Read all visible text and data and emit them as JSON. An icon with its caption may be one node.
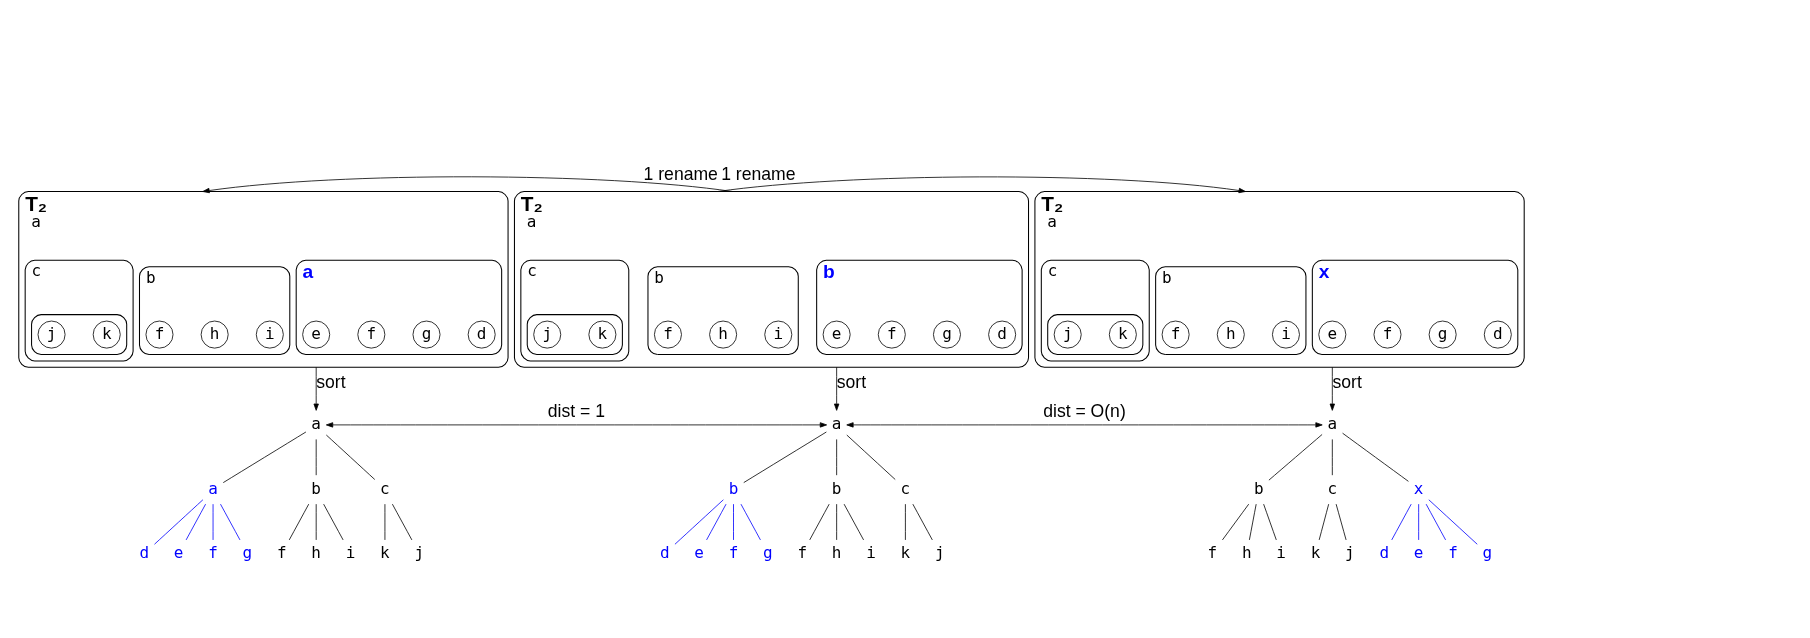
{
  "diagram": {
    "nodes": [
      {
        "text": [
          "T₂",
          "a"
        ]
      },
      {
        "text": [
          "a"
        ],
        "in": 0
      },
      {
        "text": [
          "e"
        ],
        "in": 1
      },
      {
        "text": [
          "f"
        ],
        "in": 1
      },
      {
        "text": [
          "g"
        ],
        "in": 1
      },
      {
        "text": [
          "d"
        ],
        "in": 1
      },
      {
        "text": [
          "b"
        ],
        "in": 0
      },
      {
        "text": [
          "f"
        ],
        "in": 6
      },
      {
        "text": [
          "h"
        ],
        "in": 6
      },
      {
        "text": [
          "i"
        ],
        "in": 6
      },
      {
        "text": [
          "c"
        ],
        "in": 0
      },
      {
        "text": [],
        "shape": "ellipse",
        "in": 10
      },
      {
        "text": [
          "j"
        ],
        "in": 11
      },
      {
        "text": [
          "k"
        ],
        "in": 11
      },
      {
        "text": [
          "T₂",
          "a"
        ]
      },
      {
        "text": [
          "b"
        ],
        "in": 14
      },
      {
        "text": [
          "e"
        ],
        "in": 15
      },
      {
        "text": [
          "f"
        ],
        "in": 15
      },
      {
        "text": [
          "g"
        ],
        "in": 15
      },
      {
        "text": [
          "d"
        ],
        "in": 15
      },
      {
        "text": [
          "b"
        ],
        "in": 14
      },
      {
        "text": [
          "f"
        ],
        "in": 20
      },
      {
        "text": [
          "h"
        ],
        "in": 20
      },
      {
        "text": [
          "i"
        ],
        "in": 20
      },
      {
        "text": [
          "c"
        ],
        "in": 14
      },
      {
        "text": [],
        "shape": "ellipse",
        "in": 24
      },
      {
        "text": [
          "j"
        ],
        "in": 25
      },
      {
        "text": [
          "k"
        ],
        "in": 25
      },
      {
        "text": [
          "T₂",
          "a"
        ]
      },
      {
        "text": [
          "x"
        ],
        "in": 28
      },
      {
        "text": [
          "e"
        ],
        "in": 29
      },
      {
        "text": [
          "f"
        ],
        "in": 29
      },
      {
        "text": [
          "g"
        ],
        "in": 29
      },
      {
        "text": [
          "d"
        ],
        "in": 29
      },
      {
        "text": [
          "b"
        ],
        "in": 28
      },
      {
        "text": [
          "f"
        ],
        "in": 34
      },
      {
        "text": [
          "h"
        ],
        "in": 34
      },
      {
        "text": [
          "i"
        ],
        "in": 34
      },
      {
        "text": [
          "c"
        ],
        "in": 28
      },
      {
        "text": [],
        "shape": "ellipse",
        "in": 38
      },
      {
        "text": [
          "j"
        ],
        "in": 39
      },
      {
        "text": [
          "k"
        ],
        "in": 39
      },
      {
        "text": [
          "a"
        ]
      },
      {
        "text": [
          "a"
        ]
      },
      {
        "text": [
          "b"
        ]
      },
      {
        "text": [
          "c"
        ]
      },
      {
        "text": [
          "d"
        ]
      },
      {
        "text": [
          "e"
        ]
      },
      {
        "text": [
          "f"
        ]
      },
      {
        "text": [
          "g"
        ]
      },
      {
        "text": [
          "f"
        ]
      },
      {
        "text": [
          "h"
        ]
      },
      {
        "text": [
          "i"
        ]
      },
      {
        "text": [
          "k"
        ]
      },
      {
        "text": [
          "j"
        ]
      },
      {
        "text": [
          "a"
        ]
      },
      {
        "text": [
          "b"
        ]
      },
      {
        "text": [
          "b"
        ]
      },
      {
        "text": [
          "c"
        ]
      },
      {
        "text": [
          "d"
        ]
      },
      {
        "text": [
          "e"
        ]
      },
      {
        "text": [
          "f"
        ]
      },
      {
        "text": [
          "g"
        ]
      },
      {
        "text": [
          "f"
        ]
      },
      {
        "text": [
          "h"
        ]
      },
      {
        "text": [
          "i"
        ]
      },
      {
        "text": [
          "k"
        ]
      },
      {
        "text": [
          "j"
        ]
      },
      {
        "text": [
          "a"
        ]
      },
      {
        "text": [
          "b"
        ]
      },
      {
        "text": [
          "c"
        ]
      },
      {
        "text": [
          "x"
        ]
      },
      {
        "text": [
          "f"
        ]
      },
      {
        "text": [
          "h"
        ]
      },
      {
        "text": [
          "i"
        ]
      },
      {
        "text": [
          "k"
        ]
      },
      {
        "text": [
          "j"
        ]
      },
      {
        "text": [
          "d"
        ]
      },
      {
        "text": [
          "e"
        ]
      },
      {
        "text": [
          "f"
        ]
      },
      {
        "text": [
          "g"
        ]
      }
    ],
    "edges": [
      {
        "from": 14,
        "to": 0,
        "arrow": "to",
        "label": "1 rename"
      },
      {
        "from": 14,
        "to": 28,
        "arrow": "to",
        "label": "1 rename"
      },
      {
        "from": 0,
        "to": 42,
        "arrow": "to",
        "label": "sort"
      },
      {
        "from": 14,
        "to": 55,
        "arrow": "to",
        "label": "sort"
      },
      {
        "from": 28,
        "to": 68,
        "arrow": "to",
        "label": "sort"
      },
      {
        "from": 42,
        "to": 55,
        "arrow": "both",
        "label": "dist = 1"
      },
      {
        "from": 55,
        "to": 68,
        "arrow": "both",
        "label": "dist = O(n)"
      },
      {
        "from": 42,
        "to": 43,
        "arrow": "none"
      },
      {
        "from": 42,
        "to": 44,
        "arrow": "none"
      },
      {
        "from": 42,
        "to": 45,
        "arrow": "none"
      },
      {
        "from": 43,
        "to": 46,
        "arrow": "none",
        "color": "#0000ff"
      },
      {
        "from": 43,
        "to": 47,
        "arrow": "none",
        "color": "#0000ff"
      },
      {
        "from": 43,
        "to": 48,
        "arrow": "none",
        "color": "#0000ff"
      },
      {
        "from": 43,
        "to": 49,
        "arrow": "none",
        "color": "#0000ff"
      },
      {
        "from": 44,
        "to": 50,
        "arrow": "none"
      },
      {
        "from": 44,
        "to": 51,
        "arrow": "none"
      },
      {
        "from": 44,
        "to": 52,
        "arrow": "none"
      },
      {
        "from": 45,
        "to": 53,
        "arrow": "none"
      },
      {
        "from": 45,
        "to": 54,
        "arrow": "none"
      },
      {
        "from": 55,
        "to": 56,
        "arrow": "none"
      },
      {
        "from": 55,
        "to": 57,
        "arrow": "none"
      },
      {
        "from": 55,
        "to": 58,
        "arrow": "none"
      },
      {
        "from": 56,
        "to": 59,
        "arrow": "none",
        "color": "#0000ff"
      },
      {
        "from": 56,
        "to": 60,
        "arrow": "none",
        "color": "#0000ff"
      },
      {
        "from": 56,
        "to": 61,
        "arrow": "none",
        "color": "#0000ff"
      },
      {
        "from": 56,
        "to": 62,
        "arrow": "none",
        "color": "#0000ff"
      },
      {
        "from": 57,
        "to": 63,
        "arrow": "none"
      },
      {
        "from": 57,
        "to": 64,
        "arrow": "none"
      },
      {
        "from": 57,
        "to": 65,
        "arrow": "none"
      },
      {
        "from": 58,
        "to": 66,
        "arrow": "none"
      },
      {
        "from": 58,
        "to": 67,
        "arrow": "none"
      },
      {
        "from": 68,
        "to": 69,
        "arrow": "none"
      },
      {
        "from": 68,
        "to": 70,
        "arrow": "none"
      },
      {
        "from": 68,
        "to": 71,
        "arrow": "none"
      },
      {
        "from": 69,
        "to": 72,
        "arrow": "none"
      },
      {
        "from": 69,
        "to": 73,
        "arrow": "none"
      },
      {
        "from": 69,
        "to": 74,
        "arrow": "none"
      },
      {
        "from": 70,
        "to": 75,
        "arrow": "none"
      },
      {
        "from": 70,
        "to": 76,
        "arrow": "none"
      },
      {
        "from": 71,
        "to": 77,
        "arrow": "none",
        "color": "#0000ff"
      },
      {
        "from": 71,
        "to": 78,
        "arrow": "none",
        "color": "#0000ff"
      },
      {
        "from": 71,
        "to": 79,
        "arrow": "none",
        "color": "#0000ff"
      },
      {
        "from": 71,
        "to": 80,
        "arrow": "none",
        "color": "#0000ff"
      }
    ]
  }
}
